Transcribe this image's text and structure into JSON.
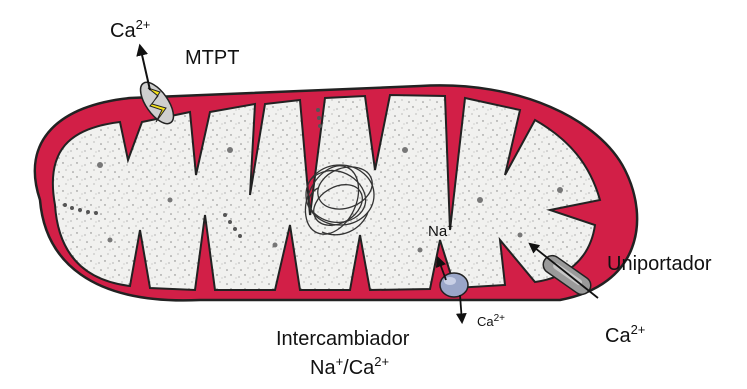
{
  "labels": {
    "ca_top": {
      "base": "Ca",
      "sup": "2+"
    },
    "mtpt": "MTPT",
    "na_inner": {
      "base": "Na",
      "sup": "+"
    },
    "ca_inner": {
      "base": "Ca",
      "sup": "2+"
    },
    "uniportador": "Uniportador",
    "ca_right": {
      "base": "Ca",
      "sup": "2+"
    },
    "intercambiador_line1": "Intercambiador",
    "intercambiador_line2": {
      "na": "Na",
      "na_sup": "+",
      "sep": "/Ca",
      "ca_sup": "2+"
    }
  },
  "colors": {
    "outer_membrane": "#d21f47",
    "matrix": "#f1f1ef",
    "outline": "#222222",
    "mtpt_channel": "#f5e21a",
    "exchanger": "#9aa6c8",
    "uniporter": "#9a9a9a"
  },
  "icons": {
    "mtpt": "mtpt-channel-icon",
    "exchanger": "exchanger-icon",
    "uniporter": "uniporter-icon",
    "dna": "dna-nucleoid-icon"
  }
}
